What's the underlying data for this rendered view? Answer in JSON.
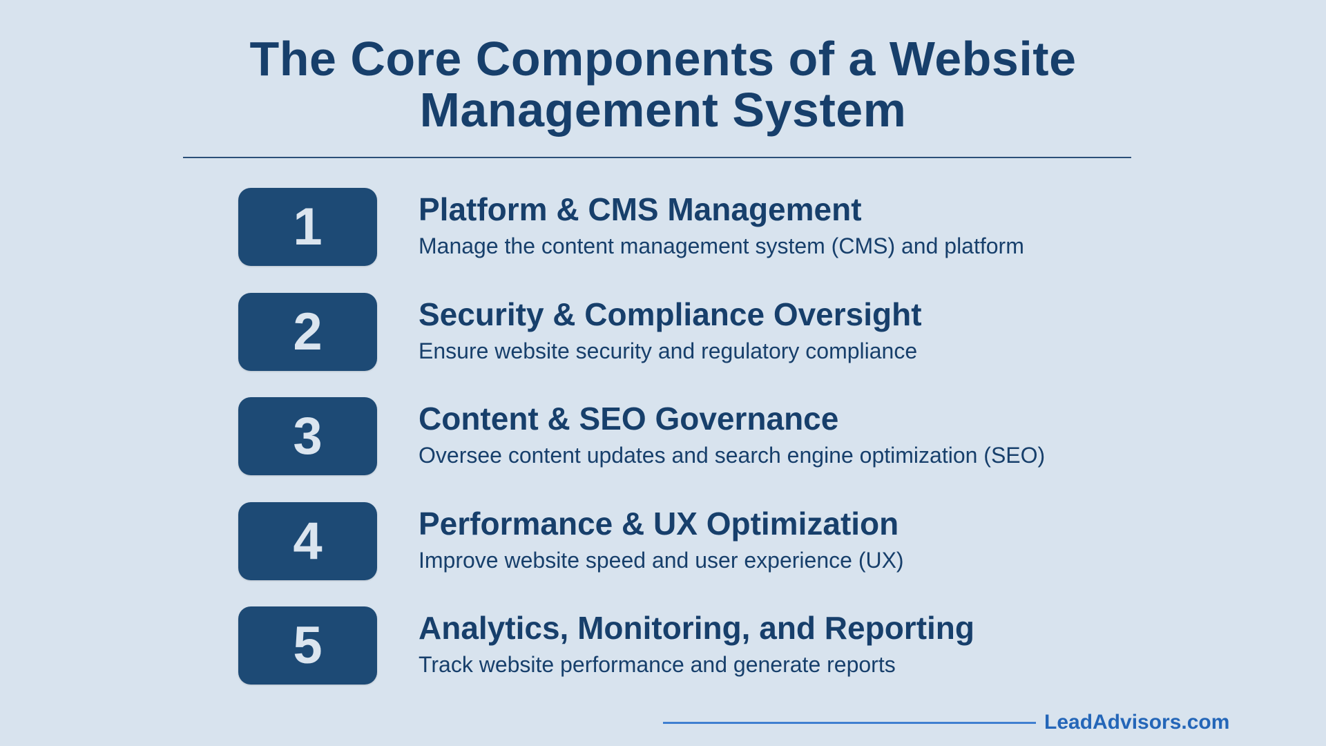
{
  "header": {
    "title_line1": "The Core Components of a Website",
    "title_line2": "Management System"
  },
  "items": [
    {
      "number": "1",
      "heading": "Platform & CMS Management",
      "description": "Manage the content management system (CMS) and platform"
    },
    {
      "number": "2",
      "heading": "Security & Compliance Oversight",
      "description": "Ensure website security and regulatory compliance"
    },
    {
      "number": "3",
      "heading": "Content & SEO Governance",
      "description": "Oversee content updates and search engine optimization (SEO)"
    },
    {
      "number": "4",
      "heading": "Performance & UX Optimization",
      "description": "Improve website speed and user experience (UX)"
    },
    {
      "number": "5",
      "heading": "Analytics, Monitoring, and Reporting",
      "description": "Track website performance and generate reports"
    }
  ],
  "footer": {
    "brand": "LeadAdvisors.com"
  },
  "colors": {
    "background": "#d8e3ee",
    "primary": "#173f6b",
    "box": "#1d4a75",
    "accent": "#2466b8"
  }
}
